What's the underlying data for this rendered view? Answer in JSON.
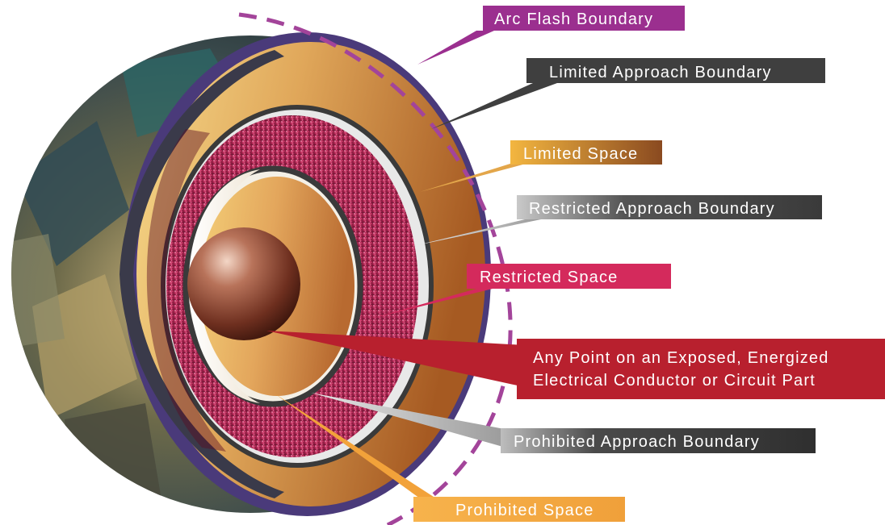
{
  "labels": {
    "arc_flash_boundary": "Arc Flash Boundary",
    "limited_approach_boundary": "Limited Approach Boundary",
    "limited_space": "Limited Space",
    "restricted_approach_boundary": "Restricted Approach Boundary",
    "restricted_space": "Restricted Space",
    "exposed_conductor_line1": "Any Point on an Exposed, Energized",
    "exposed_conductor_line2": "Electrical Conductor or Circuit Part",
    "prohibited_approach_boundary": "Prohibited Approach Boundary",
    "prohibited_space": "Prohibited Space"
  },
  "colors": {
    "arc_flash": "#9b2f8f",
    "limited_approach": "#3f3f3f",
    "limited_space": "#c98a2e",
    "restricted_approach": "#3a3a3a",
    "restricted_space": "#d42a5c",
    "conductor": "#b8202e",
    "prohibited_approach": "#333333",
    "prohibited_space": "#f2a23a"
  }
}
